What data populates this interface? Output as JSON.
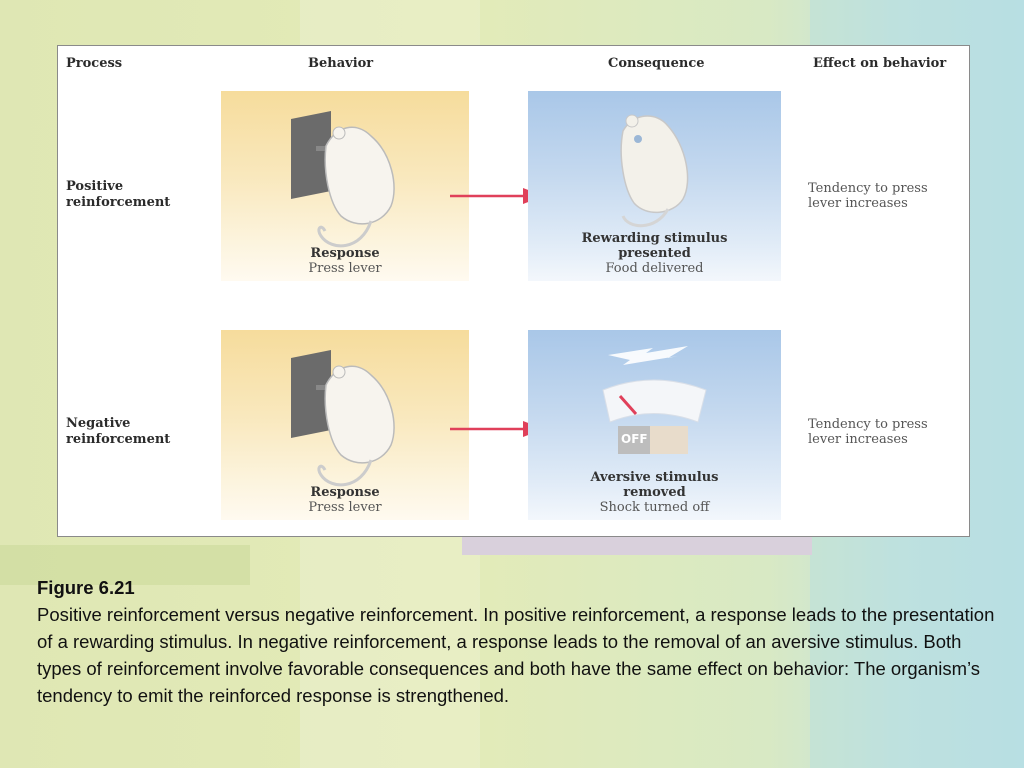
{
  "figure": {
    "columns": {
      "process": "Process",
      "behavior": "Behavior",
      "consequence": "Consequence",
      "effect": "Effect on behavior"
    },
    "rows": [
      {
        "process": [
          "Positive",
          "reinforcement"
        ],
        "behavior_title": "Response",
        "behavior_sub": "Press lever",
        "consequence_title": [
          "Rewarding stimulus",
          "presented"
        ],
        "consequence_sub": "Food delivered",
        "effect": [
          "Tendency to press",
          "lever increases"
        ]
      },
      {
        "process": [
          "Negative",
          "reinforcement"
        ],
        "behavior_title": "Response",
        "behavior_sub": "Press lever",
        "consequence_title": [
          "Aversive stimulus",
          "removed"
        ],
        "consequence_sub": "Shock turned off",
        "switch_label": "OFF",
        "effect": [
          "Tendency to press",
          "lever increases"
        ]
      }
    ],
    "colors": {
      "arrow": "#e0405a",
      "behavior_box": "#f6dc9c",
      "consequence_box": "#a9c7e8"
    }
  },
  "caption": {
    "title": "Figure 6.21",
    "text": "Positive reinforcement versus negative reinforcement. In positive reinforcement, a response leads to the presentation of a rewarding stimulus. In negative reinforcement, a response leads to the removal of an aversive stimulus. Both types of reinforcement involve favorable consequences and both have the same effect on behavior: The organism’s tendency to emit the reinforced response is strengthened."
  }
}
